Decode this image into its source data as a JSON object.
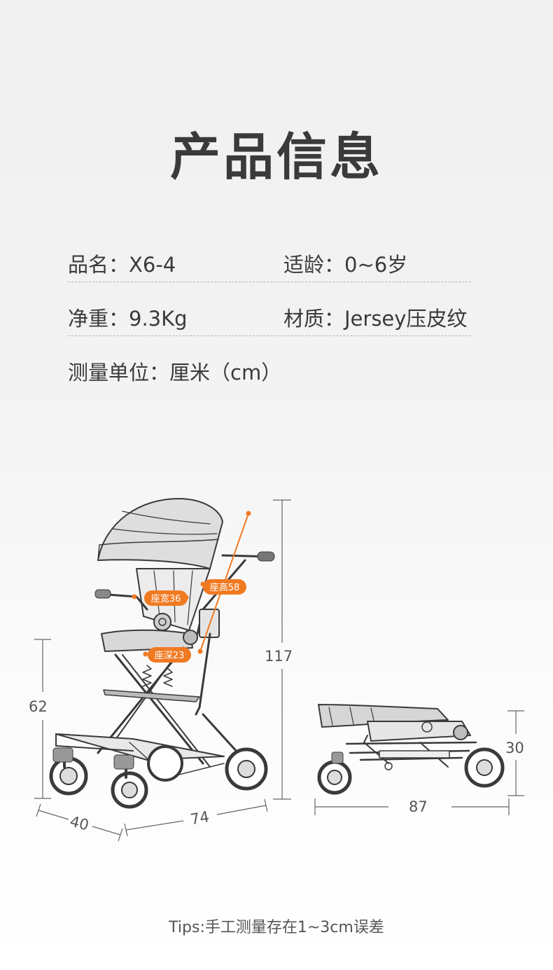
{
  "title": "产品信息",
  "specs": {
    "name_label": "品名：X6-4",
    "age_label": "适龄：0~6岁",
    "weight_label": "净重：9.3Kg",
    "material_label": "材质：Jersey压皮纹",
    "unit_label": "测量单位：厘米（cm）"
  },
  "dimensions": {
    "unfolded_height": "117",
    "handle_height": "62",
    "width": "40",
    "length": "74",
    "folded_length": "87",
    "folded_height": "30"
  },
  "tags": {
    "seat_width": "座宽36",
    "seat_height": "座高58",
    "seat_depth": "座深23"
  },
  "tips": "Tips:手工测量存在1~3cm误差",
  "colors": {
    "accent": "#f07a22",
    "text": "#3a3a3a",
    "line": "#555555"
  }
}
